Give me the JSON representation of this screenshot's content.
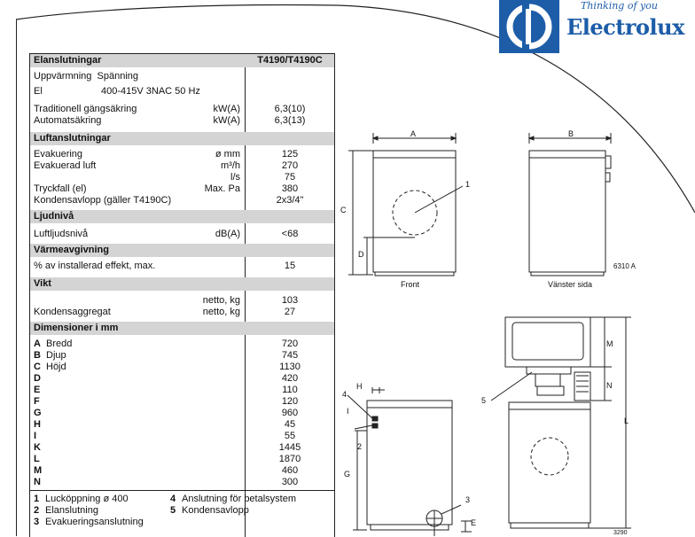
{
  "brand": {
    "tagline": "Thinking of you",
    "name": "Electrolux",
    "color": "#1d5da8"
  },
  "spec": {
    "title": "Elanslutningar",
    "model": "T4190/T4190C",
    "heating_label": "Uppvärmning",
    "voltage_label": "Spänning",
    "el_label": "El",
    "el_value": "400-415V 3NAC 50 Hz",
    "rows_elec": [
      {
        "label": "Traditionell gängsäkring",
        "unit": "kW(A)",
        "value": "6,3(10)"
      },
      {
        "label": "Automatsäkring",
        "unit": "kW(A)",
        "value": "6,3(13)"
      }
    ],
    "air_title": "Luftanslutningar",
    "rows_air": [
      {
        "label": "Evakuering",
        "unit": "ø mm",
        "value": "125"
      },
      {
        "label": "Evakuerad luft",
        "unit": "m³/h",
        "value": "270"
      },
      {
        "label": "",
        "unit": "l/s",
        "value": "75"
      },
      {
        "label": "Tryckfall (el)",
        "unit": "Max. Pa",
        "value": "380"
      },
      {
        "label": "Kondensavlopp (gäller T4190C)",
        "unit": "",
        "value": "2x3/4\""
      }
    ],
    "sound_title": "Ljudnivå",
    "sound_row": {
      "label": "Luftljudsnivå",
      "unit": "dB(A)",
      "value": "<68"
    },
    "heat_title": "Värmeavgivning",
    "heat_row": {
      "label": "% av installerad effekt, max.",
      "value": "15"
    },
    "weight_title": "Vikt",
    "rows_weight": [
      {
        "label": "",
        "unit": "netto, kg",
        "value": "103"
      },
      {
        "label": "Kondensaggregat",
        "unit": "netto, kg",
        "value": "27"
      }
    ],
    "dim_title": "Dimensioner i mm",
    "rows_dim": [
      {
        "letter": "A",
        "label": "Bredd",
        "value": "720"
      },
      {
        "letter": "B",
        "label": "Djup",
        "value": "745"
      },
      {
        "letter": "C",
        "label": "Höjd",
        "value": "1130"
      },
      {
        "letter": "D",
        "label": "",
        "value": "420"
      },
      {
        "letter": "E",
        "label": "",
        "value": "110"
      },
      {
        "letter": "F",
        "label": "",
        "value": "120"
      },
      {
        "letter": "G",
        "label": "",
        "value": "960"
      },
      {
        "letter": "H",
        "label": "",
        "value": "45"
      },
      {
        "letter": "I",
        "label": "",
        "value": "55"
      },
      {
        "letter": "K",
        "label": "",
        "value": "1445"
      },
      {
        "letter": "L",
        "label": "",
        "value": "1870"
      },
      {
        "letter": "M",
        "label": "",
        "value": "460"
      },
      {
        "letter": "N",
        "label": "",
        "value": "300"
      }
    ],
    "legend": [
      {
        "n": "1",
        "text": "Lucköppning ø 400"
      },
      {
        "n": "2",
        "text": "Elanslutning"
      },
      {
        "n": "3",
        "text": "Evakueringsanslutning"
      },
      {
        "n": "4",
        "text": "Anslutning för betalsystem"
      },
      {
        "n": "5",
        "text": "Kondensavlopp"
      }
    ]
  },
  "drawings": {
    "front_caption": "Front",
    "side_caption": "Vänster sida",
    "code": "6310 A",
    "dim_A": "A",
    "dim_B": "B",
    "dim_C": "C",
    "dim_D": "D",
    "dim_E": "E",
    "dim_G": "G",
    "dim_H": "H",
    "dim_I": "I",
    "dim_L": "L",
    "dim_M": "M",
    "dim_N": "N",
    "callout_1": "1",
    "callout_2": "2",
    "callout_3": "3",
    "callout_4": "4",
    "callout_5": "5",
    "corner_code": "3290"
  }
}
